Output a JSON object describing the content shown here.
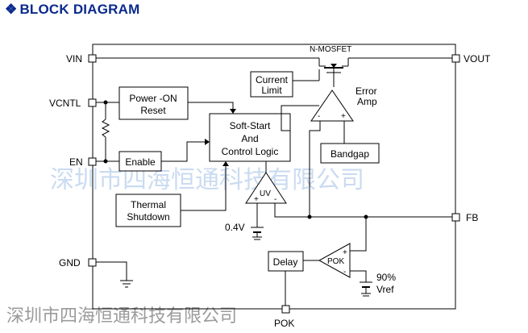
{
  "title": "BLOCK DIAGRAM",
  "title_icon": "diamond-bullet-icon",
  "pins": {
    "vin": "VIN",
    "vcntl": "VCNTL",
    "en": "EN",
    "gnd": "GND",
    "vout": "VOUT",
    "fb": "FB",
    "pok": "POK"
  },
  "blocks": {
    "power_on_reset_1": "Power -ON",
    "power_on_reset_2": "Reset",
    "enable": "Enable",
    "thermal_1": "Thermal",
    "thermal_2": "Shutdown",
    "softstart_1": "Soft-Start",
    "softstart_2": "And",
    "softstart_3": "Control Logic",
    "current_limit_1": "Current",
    "current_limit_2": "Limit",
    "bandgap": "Bandgap",
    "delay": "Delay"
  },
  "labels": {
    "nmosfet": "N-MOSFET",
    "error_amp_1": "Error",
    "error_amp_2": "Amp",
    "uv": "UV",
    "pok_comp": "POK",
    "v04": "0.4V",
    "pct90": "90%",
    "vref": "Vref",
    "minus": "-",
    "plus": "+"
  },
  "watermark": {
    "line1": "深圳市四海恒通科技有限公司",
    "line2": "深圳市四海恒通科技有限公司"
  },
  "colors": {
    "title": "#0a2a8c",
    "lines": "#000000",
    "watermark1": "#9fbfe6",
    "watermark2": "#8a8a8a"
  }
}
